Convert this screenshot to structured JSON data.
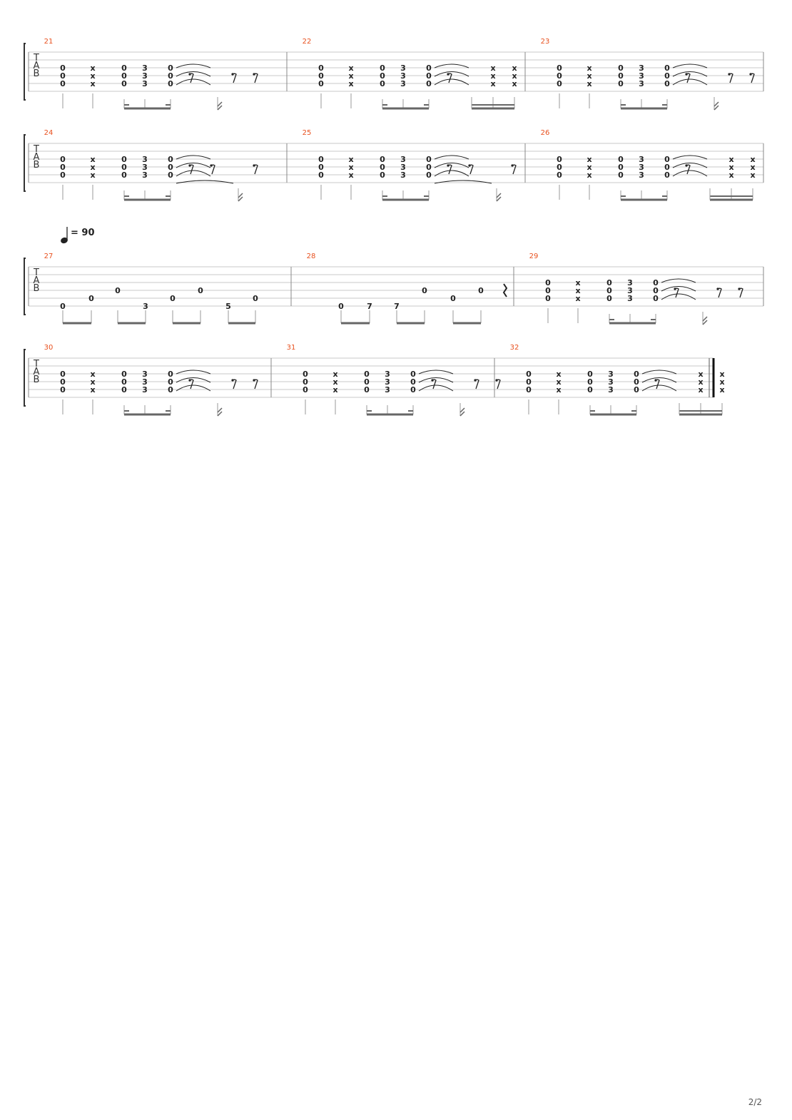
{
  "page": {
    "number": "2/2"
  },
  "tab_clef": [
    "T",
    "A",
    "B"
  ],
  "colors": {
    "measure_number": "#e8501e",
    "staff_line": "#c8c8c8",
    "notes": "#222222"
  },
  "tempo": {
    "bpm": "90",
    "label": "= 90",
    "starts_at_measure": "27"
  },
  "patterns": {
    "A": "Strummed open/muted pattern: 0 · x · 0 · 3 · 0 (tied) followed by two sixteenth rests",
    "B": "Strummed open/muted pattern: 0 · x · 0 · 3 · 0 (tied) followed by two muted sixteenth strums x x"
  },
  "systems": [
    {
      "measures": [
        {
          "number": "21",
          "pattern": "A",
          "frets": [
            "0",
            "x",
            "0",
            "3",
            "0"
          ]
        },
        {
          "number": "22",
          "pattern": "B",
          "frets": [
            "0",
            "x",
            "0",
            "3",
            "0",
            "x",
            "x"
          ]
        },
        {
          "number": "23",
          "pattern": "A",
          "frets": [
            "0",
            "x",
            "0",
            "3",
            "0"
          ]
        }
      ]
    },
    {
      "measures": [
        {
          "number": "24",
          "pattern": "A2",
          "frets": [
            "0",
            "x",
            "0",
            "3",
            "0"
          ]
        },
        {
          "number": "25",
          "pattern": "A2",
          "frets": [
            "0",
            "x",
            "0",
            "3",
            "0"
          ]
        },
        {
          "number": "26",
          "pattern": "B",
          "frets": [
            "0",
            "x",
            "0",
            "3",
            "0",
            "x",
            "x"
          ]
        }
      ]
    },
    {
      "measures": [
        {
          "number": "27",
          "pattern": "single",
          "frets": [
            "0",
            "0",
            "0",
            "3",
            "0",
            "0",
            "5",
            "0"
          ]
        },
        {
          "number": "28",
          "pattern": "single",
          "frets": [
            "0",
            "7",
            "7",
            "0",
            "0",
            "0"
          ]
        },
        {
          "number": "29",
          "pattern": "A",
          "frets": [
            "0",
            "x",
            "0",
            "3",
            "0"
          ]
        }
      ]
    },
    {
      "measures": [
        {
          "number": "30",
          "pattern": "A",
          "frets": [
            "0",
            "x",
            "0",
            "3",
            "0"
          ]
        },
        {
          "number": "31",
          "pattern": "A",
          "frets": [
            "0",
            "x",
            "0",
            "3",
            "0"
          ]
        },
        {
          "number": "32",
          "pattern": "B",
          "frets": [
            "0",
            "x",
            "0",
            "3",
            "0",
            "x",
            "x"
          ]
        }
      ]
    }
  ]
}
